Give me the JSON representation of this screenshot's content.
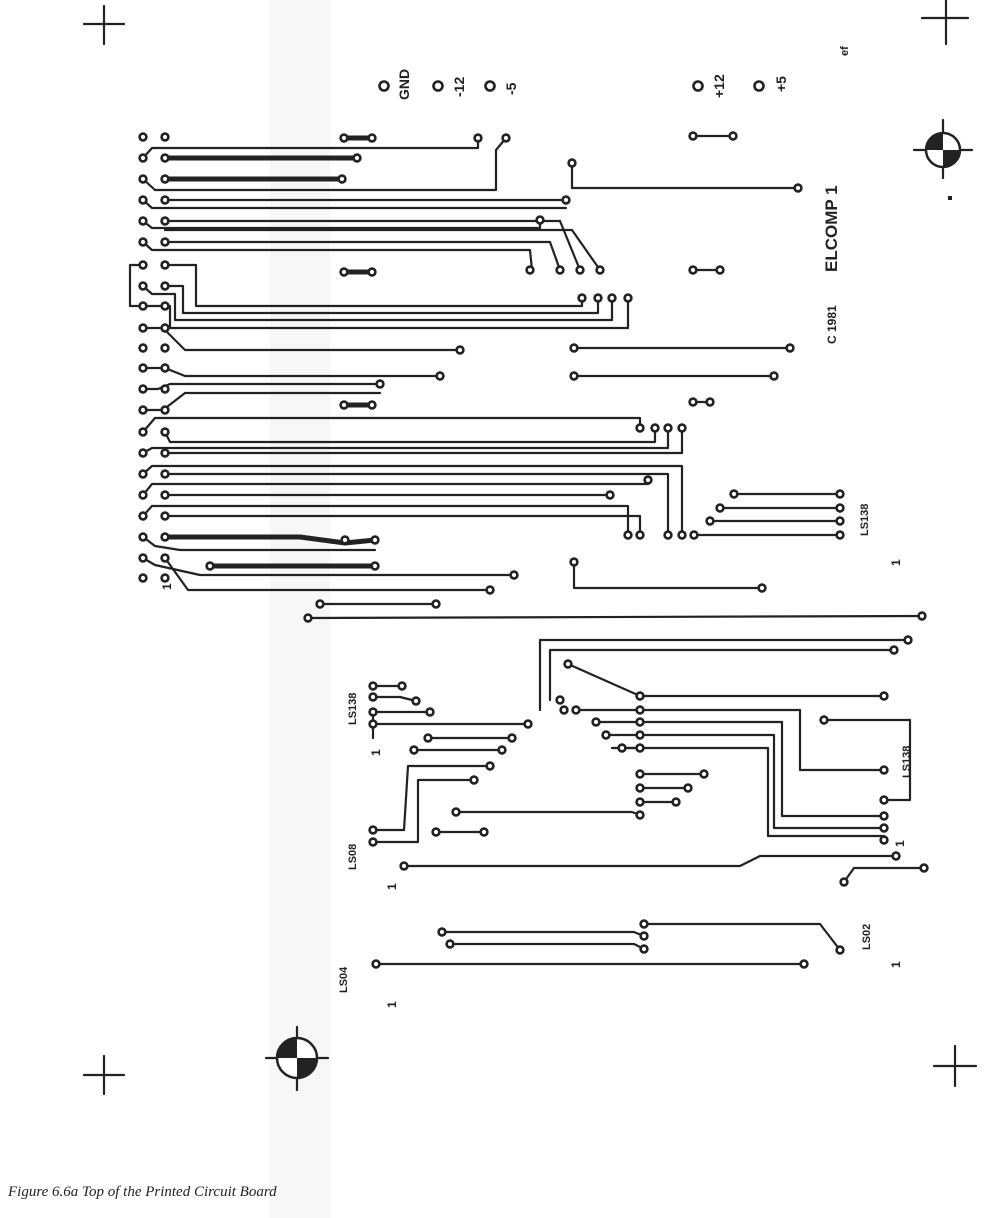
{
  "figure": {
    "caption": "Figure 6.6a Top of the Printed Circuit Board"
  },
  "board": {
    "power_labels": [
      "GND",
      "-12",
      "-5",
      "+12",
      "+5"
    ],
    "initials": "ef",
    "title": "ELCOMP 1",
    "copyright": "C 1981",
    "chip_labels": [
      "LS138",
      "LS138",
      "LS138",
      "LS08",
      "LS04",
      "LS02"
    ],
    "pin1_marker": "1"
  },
  "colors": {
    "ink": "#222222",
    "paper": "#ffffff"
  }
}
